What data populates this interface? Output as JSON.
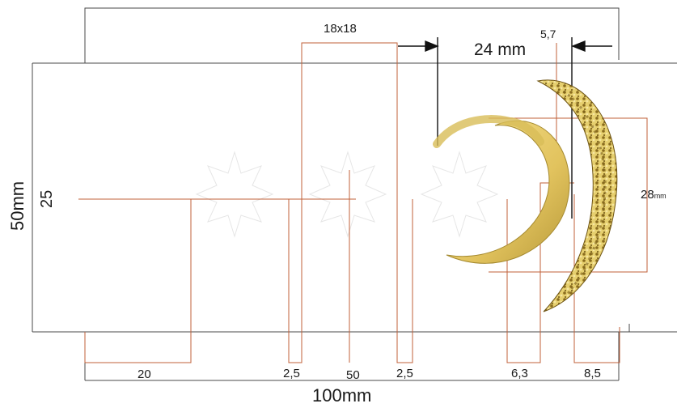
{
  "diagram": {
    "labels": {
      "star_size": "18x18",
      "crescent_width": "24 mm",
      "gap": "5,7",
      "height_total": "50mm",
      "half_height": "25",
      "crescent_height": "28",
      "crescent_height_unit": "mm",
      "dim_20": "20",
      "dim_2_5_left": "2,5",
      "dim_50": "50",
      "dim_2_5_right": "2,5",
      "dim_6_3": "6,3",
      "dim_8_5": "8,5",
      "width_total": "100mm"
    },
    "colors": {
      "outline": "#4a4a4a",
      "guide": "#c0603a",
      "crescent_fill": "#ecd47a",
      "crescent_shade": "#b89a3a",
      "star_faint": "#e6e6e6"
    },
    "icons": [
      "star-icon",
      "crescent-icon",
      "textured-crescent-icon",
      "arrow-icon"
    ]
  }
}
